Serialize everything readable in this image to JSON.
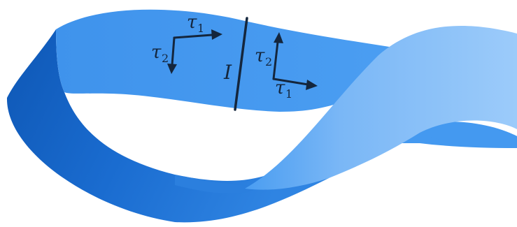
{
  "diagram": {
    "colors": {
      "band_front": "#4499f0",
      "band_back": "#1566c6",
      "band_light": "#93c6f8",
      "ink": "#14263d"
    },
    "labels": {
      "cut": "I",
      "tau": "τ",
      "sub1": "1",
      "sub2": "2"
    }
  }
}
